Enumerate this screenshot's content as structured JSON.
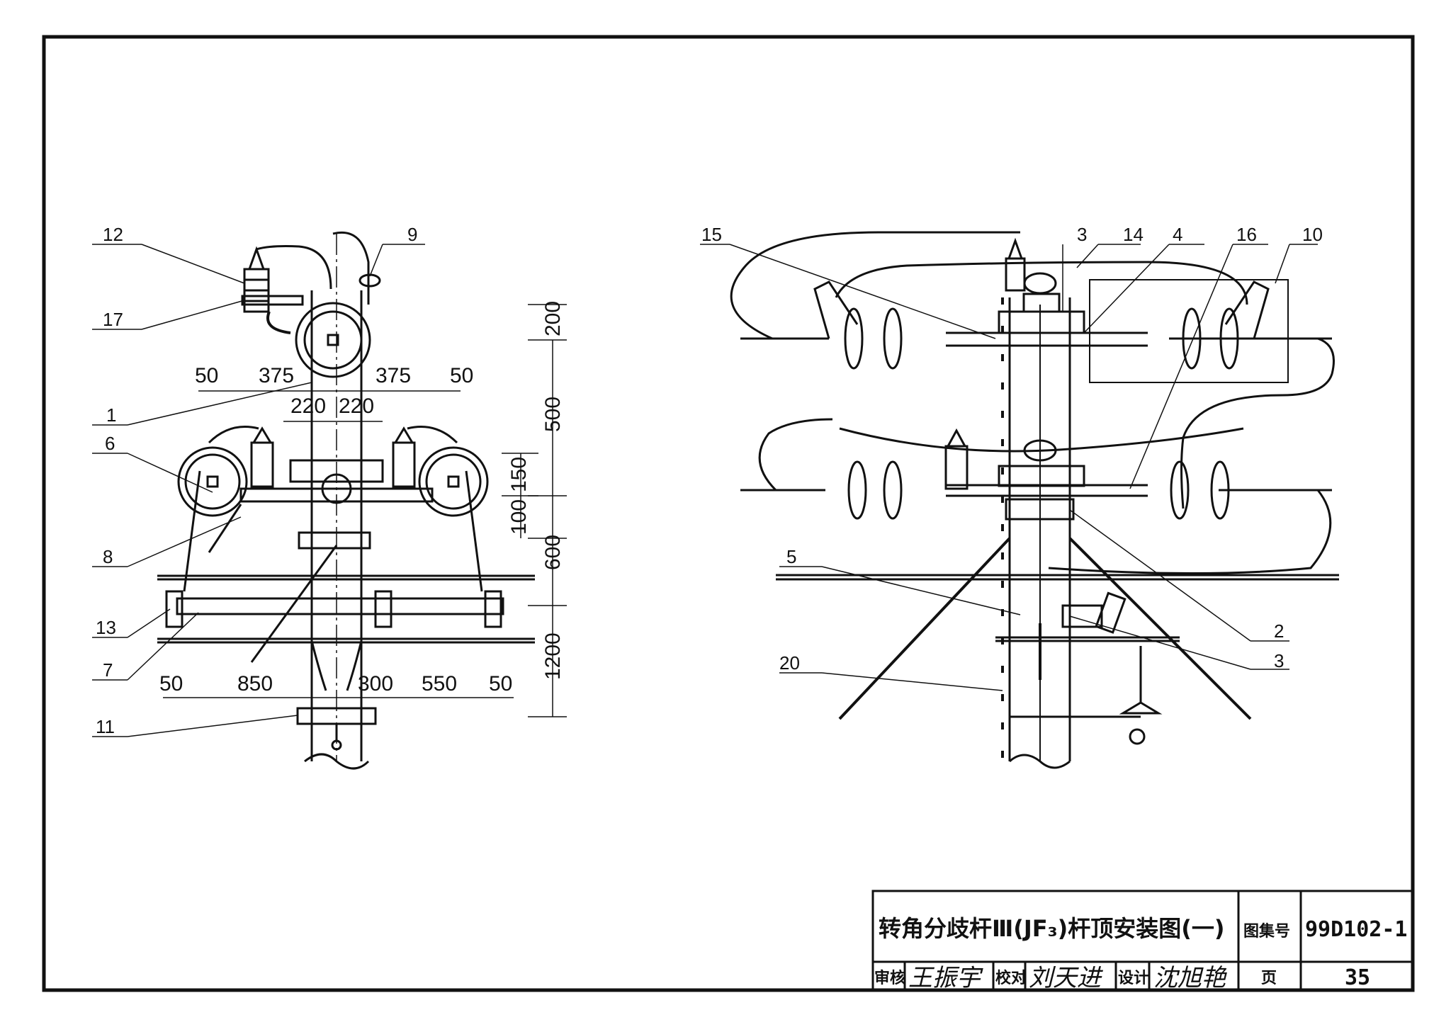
{
  "title_block": {
    "title": "转角分歧杆Ⅲ(JF₃)杆顶安装图(一)",
    "atlas_label": "图集号",
    "atlas_number": "99D102-1",
    "review_label": "审核",
    "review_signature": "王振宇",
    "proofread_label": "校对",
    "proofread_signature": "刘天进",
    "design_label": "设计",
    "design_signature": "沈旭艳",
    "page_label": "页",
    "page_number": "35"
  },
  "left_view": {
    "part_labels": [
      "12",
      "9",
      "17",
      "1",
      "6",
      "8",
      "13",
      "7",
      "11"
    ],
    "top_dims": [
      "50",
      "375",
      "375",
      "50"
    ],
    "mid_dims": [
      "220",
      "220"
    ],
    "bottom_dims": [
      "50",
      "850",
      "300",
      "550",
      "50"
    ],
    "vertical_dims": [
      "200",
      "500",
      "150",
      "100",
      "600",
      "1200"
    ]
  },
  "right_view": {
    "part_labels": [
      "15",
      "3",
      "14",
      "4",
      "16",
      "10",
      "5",
      "2",
      "3",
      "20"
    ]
  },
  "colors": {
    "line": "#111111",
    "paper": "#ffffff"
  }
}
